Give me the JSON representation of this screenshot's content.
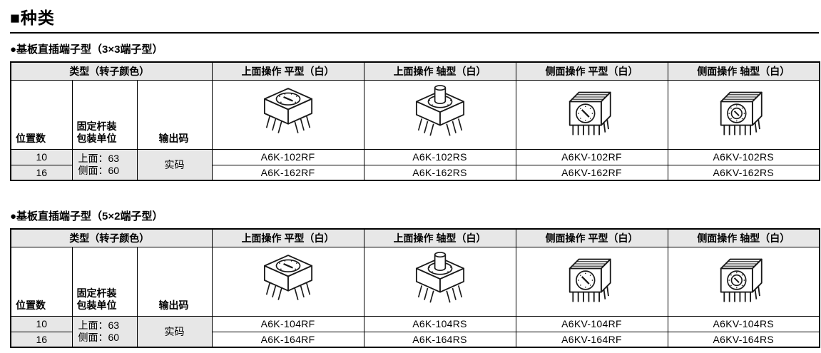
{
  "page": {
    "title": "■种类"
  },
  "icons": {
    "top_flat": "rotary-switch-top-operation-flat",
    "top_shaft": "rotary-switch-top-operation-shaft",
    "side_flat": "rotary-switch-side-operation-flat",
    "side_shaft": "rotary-switch-side-operation-shaft"
  },
  "sections": [
    {
      "subtitle": "●基板直插端子型（3×3端子型）",
      "table": {
        "type_header": "类型（转子颜色）",
        "columns": [
          "上面操作 平型（白）",
          "上面操作 轴型（白）",
          "侧面操作 平型（白）",
          "侧面操作 轴型（白）"
        ],
        "labels": {
          "positions": "位置数",
          "packing_line1": "固定杆装",
          "packing_line2": "包装单位",
          "output": "输出码"
        },
        "packing": {
          "line1": "上面：63",
          "line2": "侧面：60"
        },
        "output_value": "实码",
        "rows": [
          {
            "position": "10",
            "models": [
              "A6K-102RF",
              "A6K-102RS",
              "A6KV-102RF",
              "A6KV-102RS"
            ]
          },
          {
            "position": "16",
            "models": [
              "A6K-162RF",
              "A6K-162RS",
              "A6KV-162RF",
              "A6KV-162RS"
            ]
          }
        ]
      }
    },
    {
      "subtitle": "●基板直插端子型（5×2端子型）",
      "table": {
        "type_header": "类型（转子颜色）",
        "columns": [
          "上面操作 平型（白）",
          "上面操作 轴型（白）",
          "侧面操作 平型（白）",
          "侧面操作 轴型（白）"
        ],
        "labels": {
          "positions": "位置数",
          "packing_line1": "固定杆装",
          "packing_line2": "包装单位",
          "output": "输出码"
        },
        "packing": {
          "line1": "上面：63",
          "line2": "侧面：60"
        },
        "output_value": "实码",
        "rows": [
          {
            "position": "10",
            "models": [
              "A6K-104RF",
              "A6K-104RS",
              "A6KV-104RF",
              "A6KV-104RS"
            ]
          },
          {
            "position": "16",
            "models": [
              "A6K-164RF",
              "A6K-164RS",
              "A6KV-164RF",
              "A6KV-164RS"
            ]
          }
        ]
      }
    }
  ]
}
